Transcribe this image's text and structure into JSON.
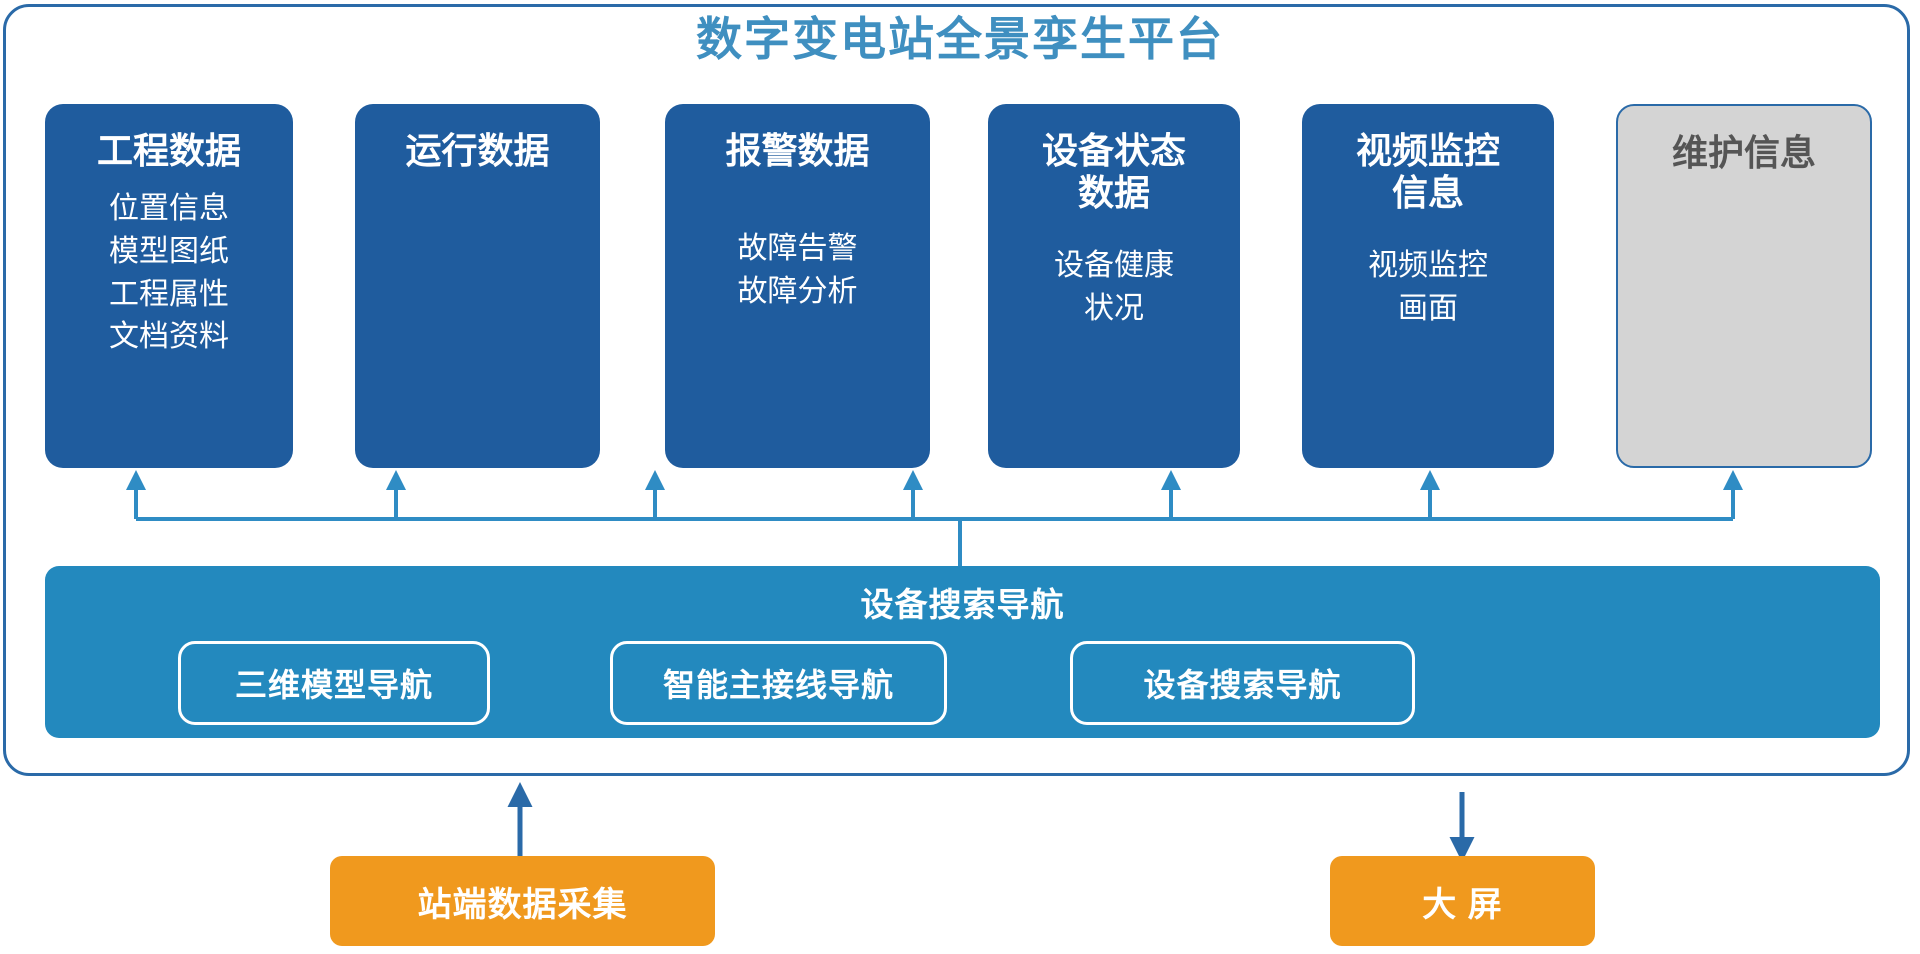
{
  "title": "数字变电站全景孪生平台",
  "colors": {
    "title": "#3f8fc0",
    "card_blue": "#1f5c9e",
    "card_muted": "#d4d4d4",
    "nav_band": "#2389be",
    "orange": "#f0991e",
    "connector": "#2a6aa8",
    "arrow_light": "#2f8cc4",
    "frame_border": "#2a6aa8"
  },
  "cards": [
    {
      "title": "工程数据",
      "items": [
        "位置信息",
        "模型图纸",
        "工程属性",
        "文档资料"
      ],
      "muted": false
    },
    {
      "title": "运行数据",
      "items": [],
      "muted": false
    },
    {
      "title": "报警数据",
      "items": [
        "故障告警",
        "故障分析"
      ],
      "muted": false
    },
    {
      "title": "设备状态\n数据",
      "items": [
        "设备健康",
        "状况"
      ],
      "muted": false
    },
    {
      "title": "视频监控\n信息",
      "items": [
        "视频监控",
        "画面"
      ],
      "muted": false
    },
    {
      "title": "维护信息",
      "items": [],
      "muted": true
    }
  ],
  "nav": {
    "title": "设备搜索导航",
    "pills": [
      "三维模型导航",
      "智能主接线导航",
      "设备搜索导航"
    ]
  },
  "bottom": {
    "left_box": "站端数据采集",
    "right_box": "大 屏"
  }
}
